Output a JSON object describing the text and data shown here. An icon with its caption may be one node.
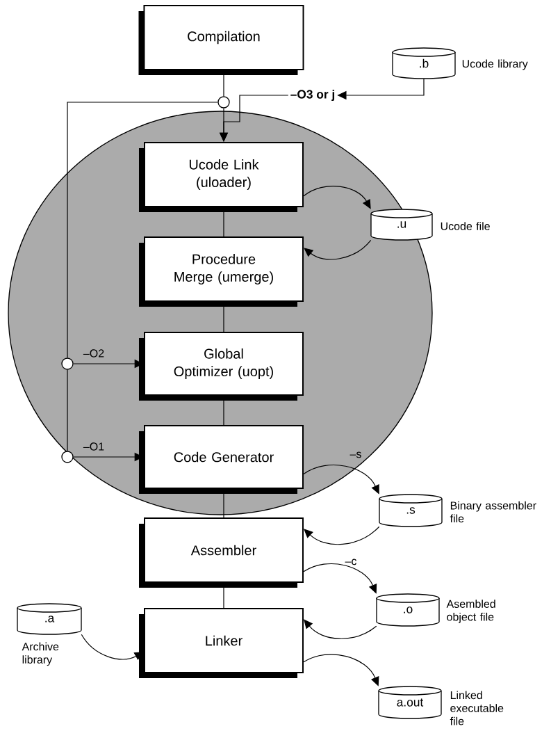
{
  "diagram": {
    "nodes": [
      {
        "text": [
          "Compilation"
        ]
      },
      {
        "text": [],
        "shape": "circle"
      },
      {
        "text": [
          "Ucode Link (uloader)"
        ],
        "in": 1
      },
      {
        "text": [
          "Procedure Merge (umerge)"
        ],
        "in": 1
      },
      {
        "text": [
          "Global Optimizer (uopt)"
        ],
        "in": 1
      },
      {
        "text": [
          "Code Generator"
        ],
        "in": 1
      },
      {
        "text": [
          "Assembler"
        ]
      },
      {
        "text": [
          "Linker"
        ]
      },
      {
        "text": [
          ".b"
        ],
        "beside": [
          "Ucode library"
        ]
      },
      {
        "text": [
          ".u"
        ],
        "beside": [
          "Ucode file"
        ],
        "in": 1
      },
      {
        "text": [
          ".s"
        ],
        "beside": [
          "Binary assembler file"
        ]
      },
      {
        "text": [
          ".o"
        ],
        "beside": [
          "Asembled object file"
        ]
      },
      {
        "text": [
          ".a"
        ],
        "beside": [
          "Archive library"
        ]
      },
      {
        "text": [
          "a.out"
        ],
        "beside": [
          "Linked executable file"
        ]
      },
      {
        "text": [],
        "shape": "circle"
      },
      {
        "text": [],
        "shape": "circle",
        "in": 1
      },
      {
        "text": [],
        "shape": "circle"
      },
      {
        "text": [
          "–O3 or j"
        ]
      }
    ],
    "edges": [
      {
        "from": 0,
        "to": 14,
        "arrow": "none"
      },
      {
        "from": 14,
        "to": 2,
        "arrow": "to"
      },
      {
        "from": 8,
        "to": 17,
        "arrow": "to"
      },
      {
        "from": 17,
        "to": 2,
        "arrow": "to"
      },
      {
        "from": 14,
        "to": 15,
        "arrow": "none"
      },
      {
        "from": 15,
        "to": 16,
        "arrow": "none"
      },
      {
        "from": 15,
        "to": 4,
        "arrow": "to",
        "label": "–O2"
      },
      {
        "from": 16,
        "to": 5,
        "arrow": "to",
        "label": "–O1"
      },
      {
        "from": 2,
        "to": 3,
        "arrow": "none"
      },
      {
        "from": 3,
        "to": 4,
        "arrow": "none"
      },
      {
        "from": 4,
        "to": 5,
        "arrow": "none"
      },
      {
        "from": 5,
        "to": 6,
        "arrow": "none"
      },
      {
        "from": 6,
        "to": 7,
        "arrow": "none"
      },
      {
        "from": 2,
        "to": 9,
        "arrow": "to"
      },
      {
        "from": 9,
        "to": 3,
        "arrow": "to"
      },
      {
        "from": 5,
        "to": 10,
        "arrow": "to",
        "label": "–s"
      },
      {
        "from": 10,
        "to": 6,
        "arrow": "to"
      },
      {
        "from": 6,
        "to": 11,
        "arrow": "to",
        "label": "–c"
      },
      {
        "from": 11,
        "to": 7,
        "arrow": "to"
      },
      {
        "from": 12,
        "to": 7,
        "arrow": "to"
      },
      {
        "from": 7,
        "to": 13,
        "arrow": "to"
      }
    ]
  }
}
